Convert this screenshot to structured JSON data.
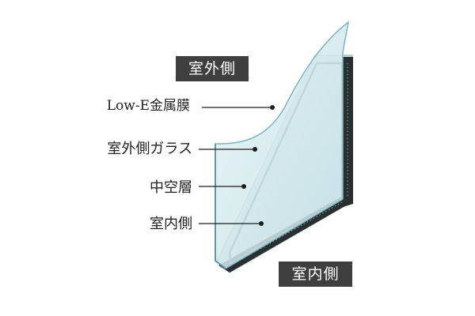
{
  "badges": {
    "outdoor": "室外側",
    "indoor": "室内側"
  },
  "labels": {
    "low_e": "Low-E金属膜",
    "outdoor_glass": "室外側ガラス",
    "air_layer": "中空層",
    "indoor": "室内側"
  },
  "colors": {
    "badge_background": "#3f3f3f",
    "glass_pane": "#d3e9ee",
    "glass_edge": "#7db6c0",
    "frame_dark": "#2a2f30",
    "leader_line": "#1e1e1e"
  }
}
